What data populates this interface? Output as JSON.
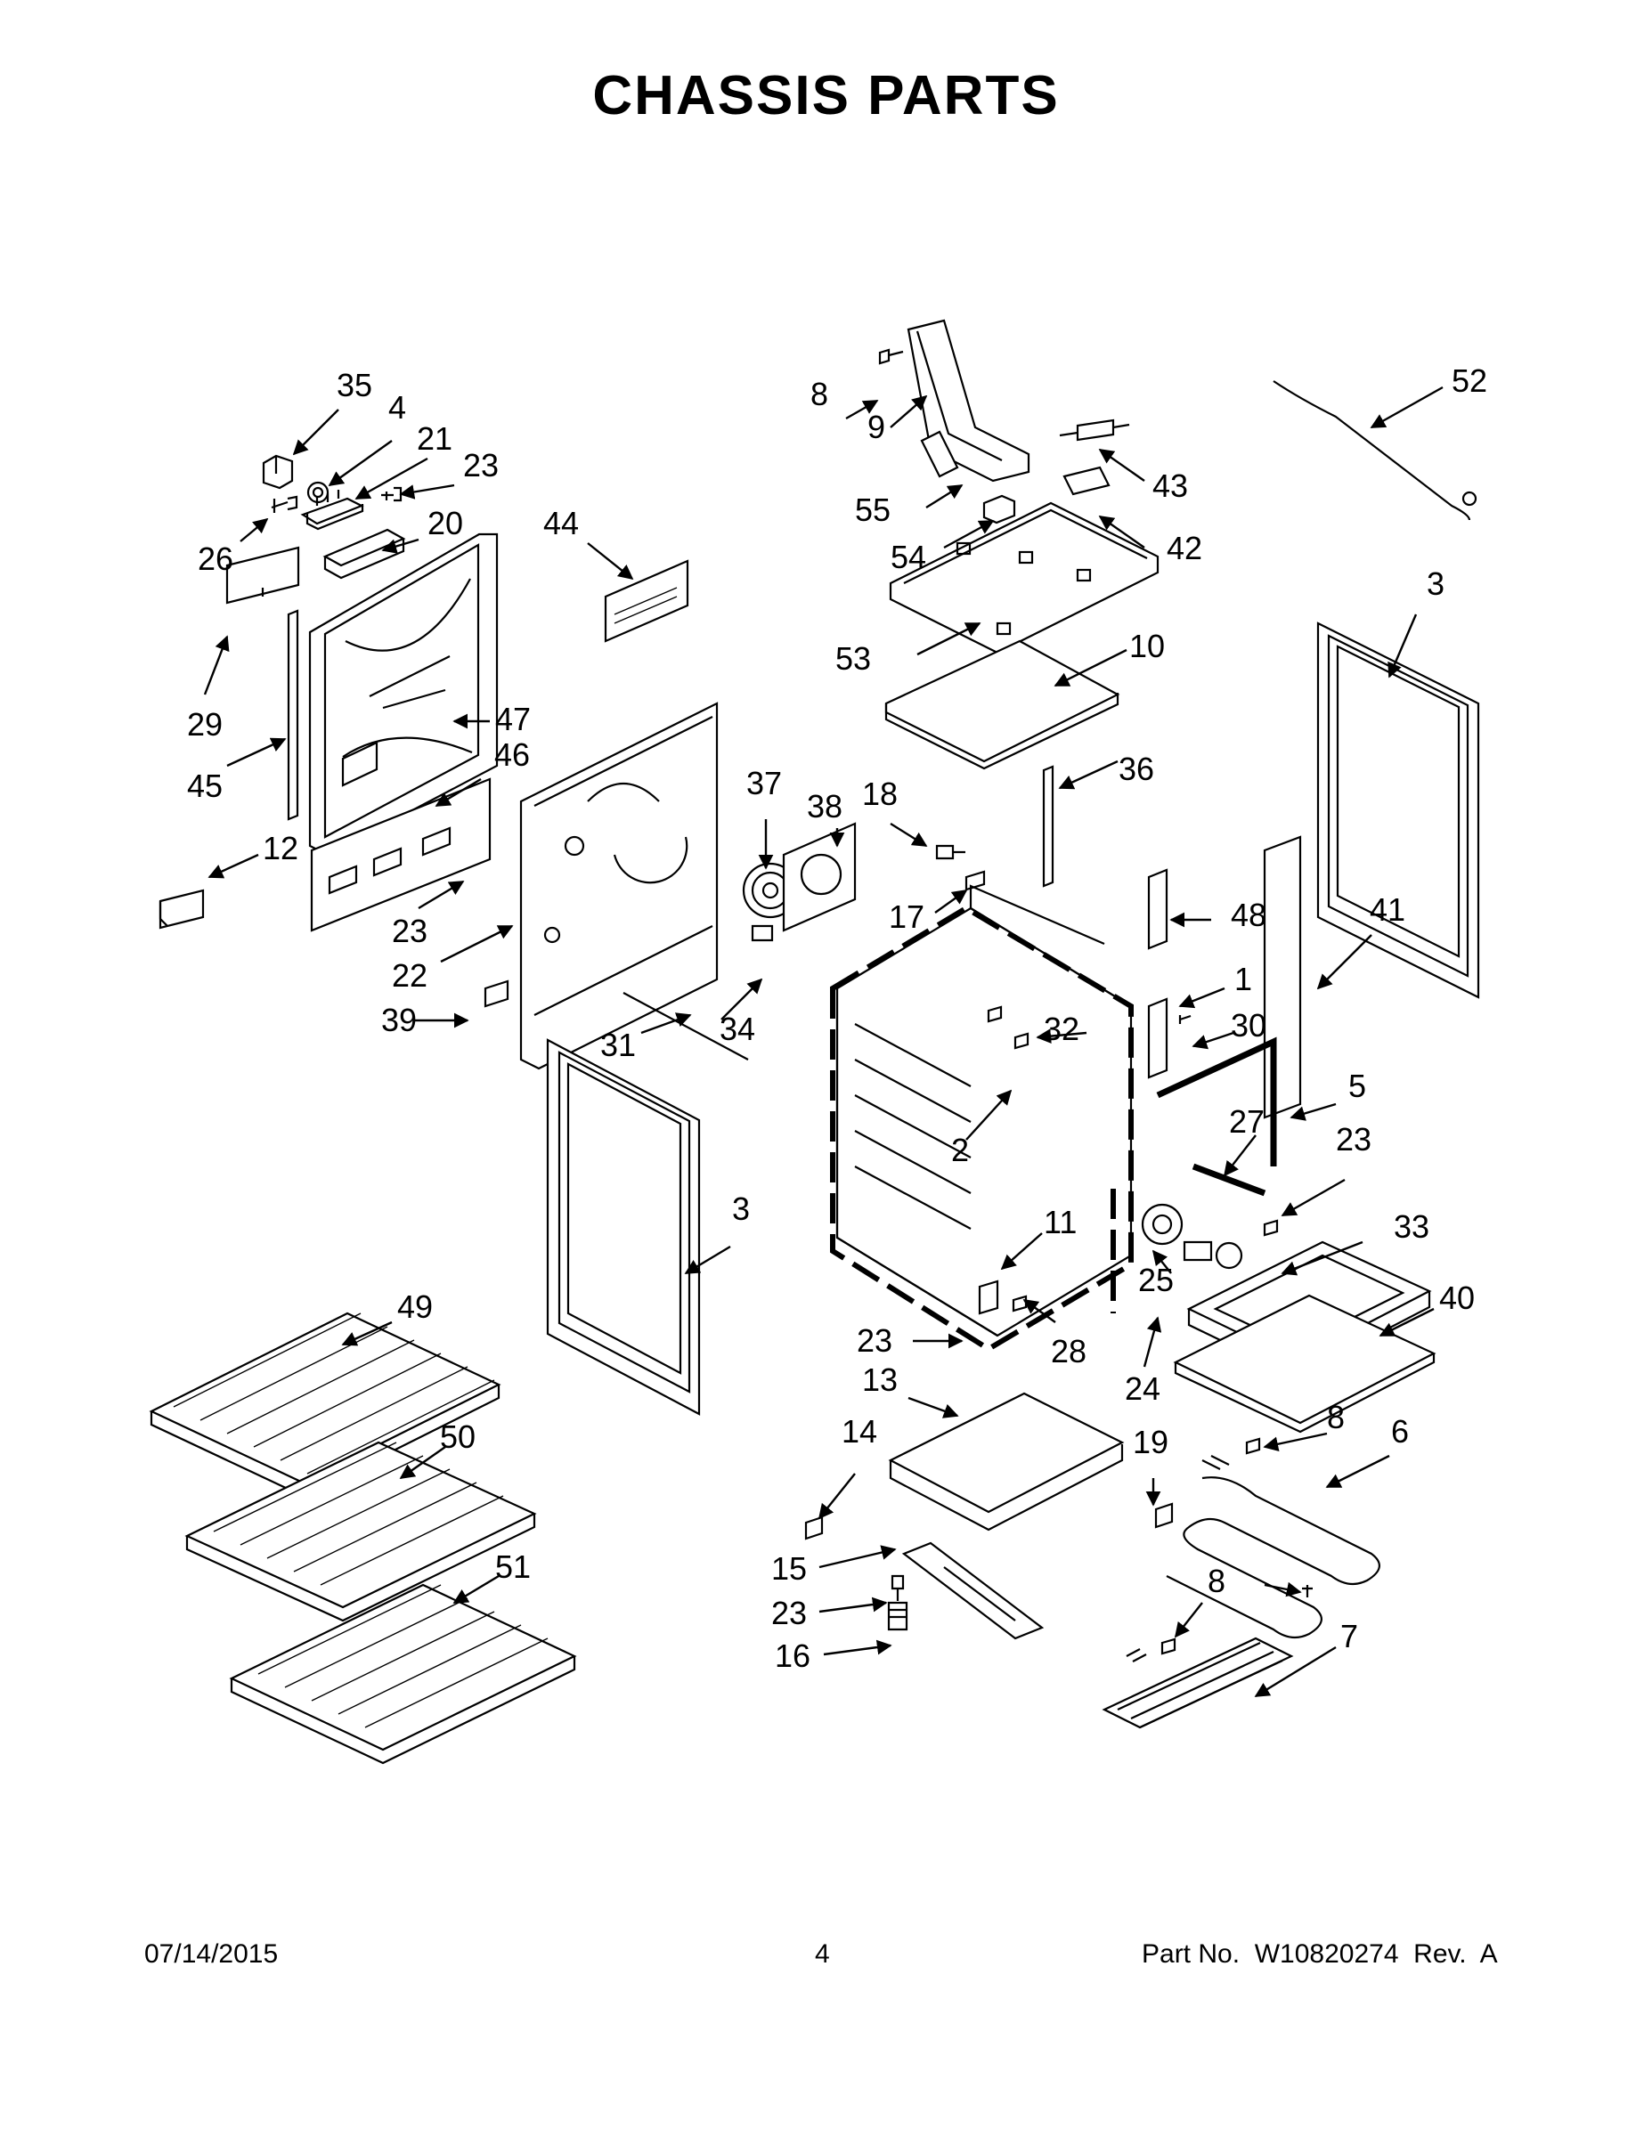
{
  "title": "CHASSIS PARTS",
  "footer": {
    "date": "07/14/2015",
    "page": "4",
    "part_no": "Part No.  W10820274  Rev.  A"
  },
  "callouts": [
    "35",
    "4",
    "21",
    "23",
    "26",
    "20",
    "44",
    "29",
    "47",
    "45",
    "46",
    "12",
    "23",
    "22",
    "39",
    "31",
    "3",
    "37",
    "38",
    "18",
    "17",
    "34",
    "8",
    "9",
    "55",
    "54",
    "53",
    "43",
    "42",
    "52",
    "10",
    "36",
    "48",
    "1",
    "30",
    "32",
    "2",
    "41",
    "3",
    "5",
    "27",
    "23",
    "11",
    "33",
    "25",
    "23",
    "28",
    "40",
    "24",
    "13",
    "14",
    "8",
    "6",
    "19",
    "15",
    "23",
    "16",
    "8",
    "7",
    "49",
    "50",
    "51"
  ]
}
